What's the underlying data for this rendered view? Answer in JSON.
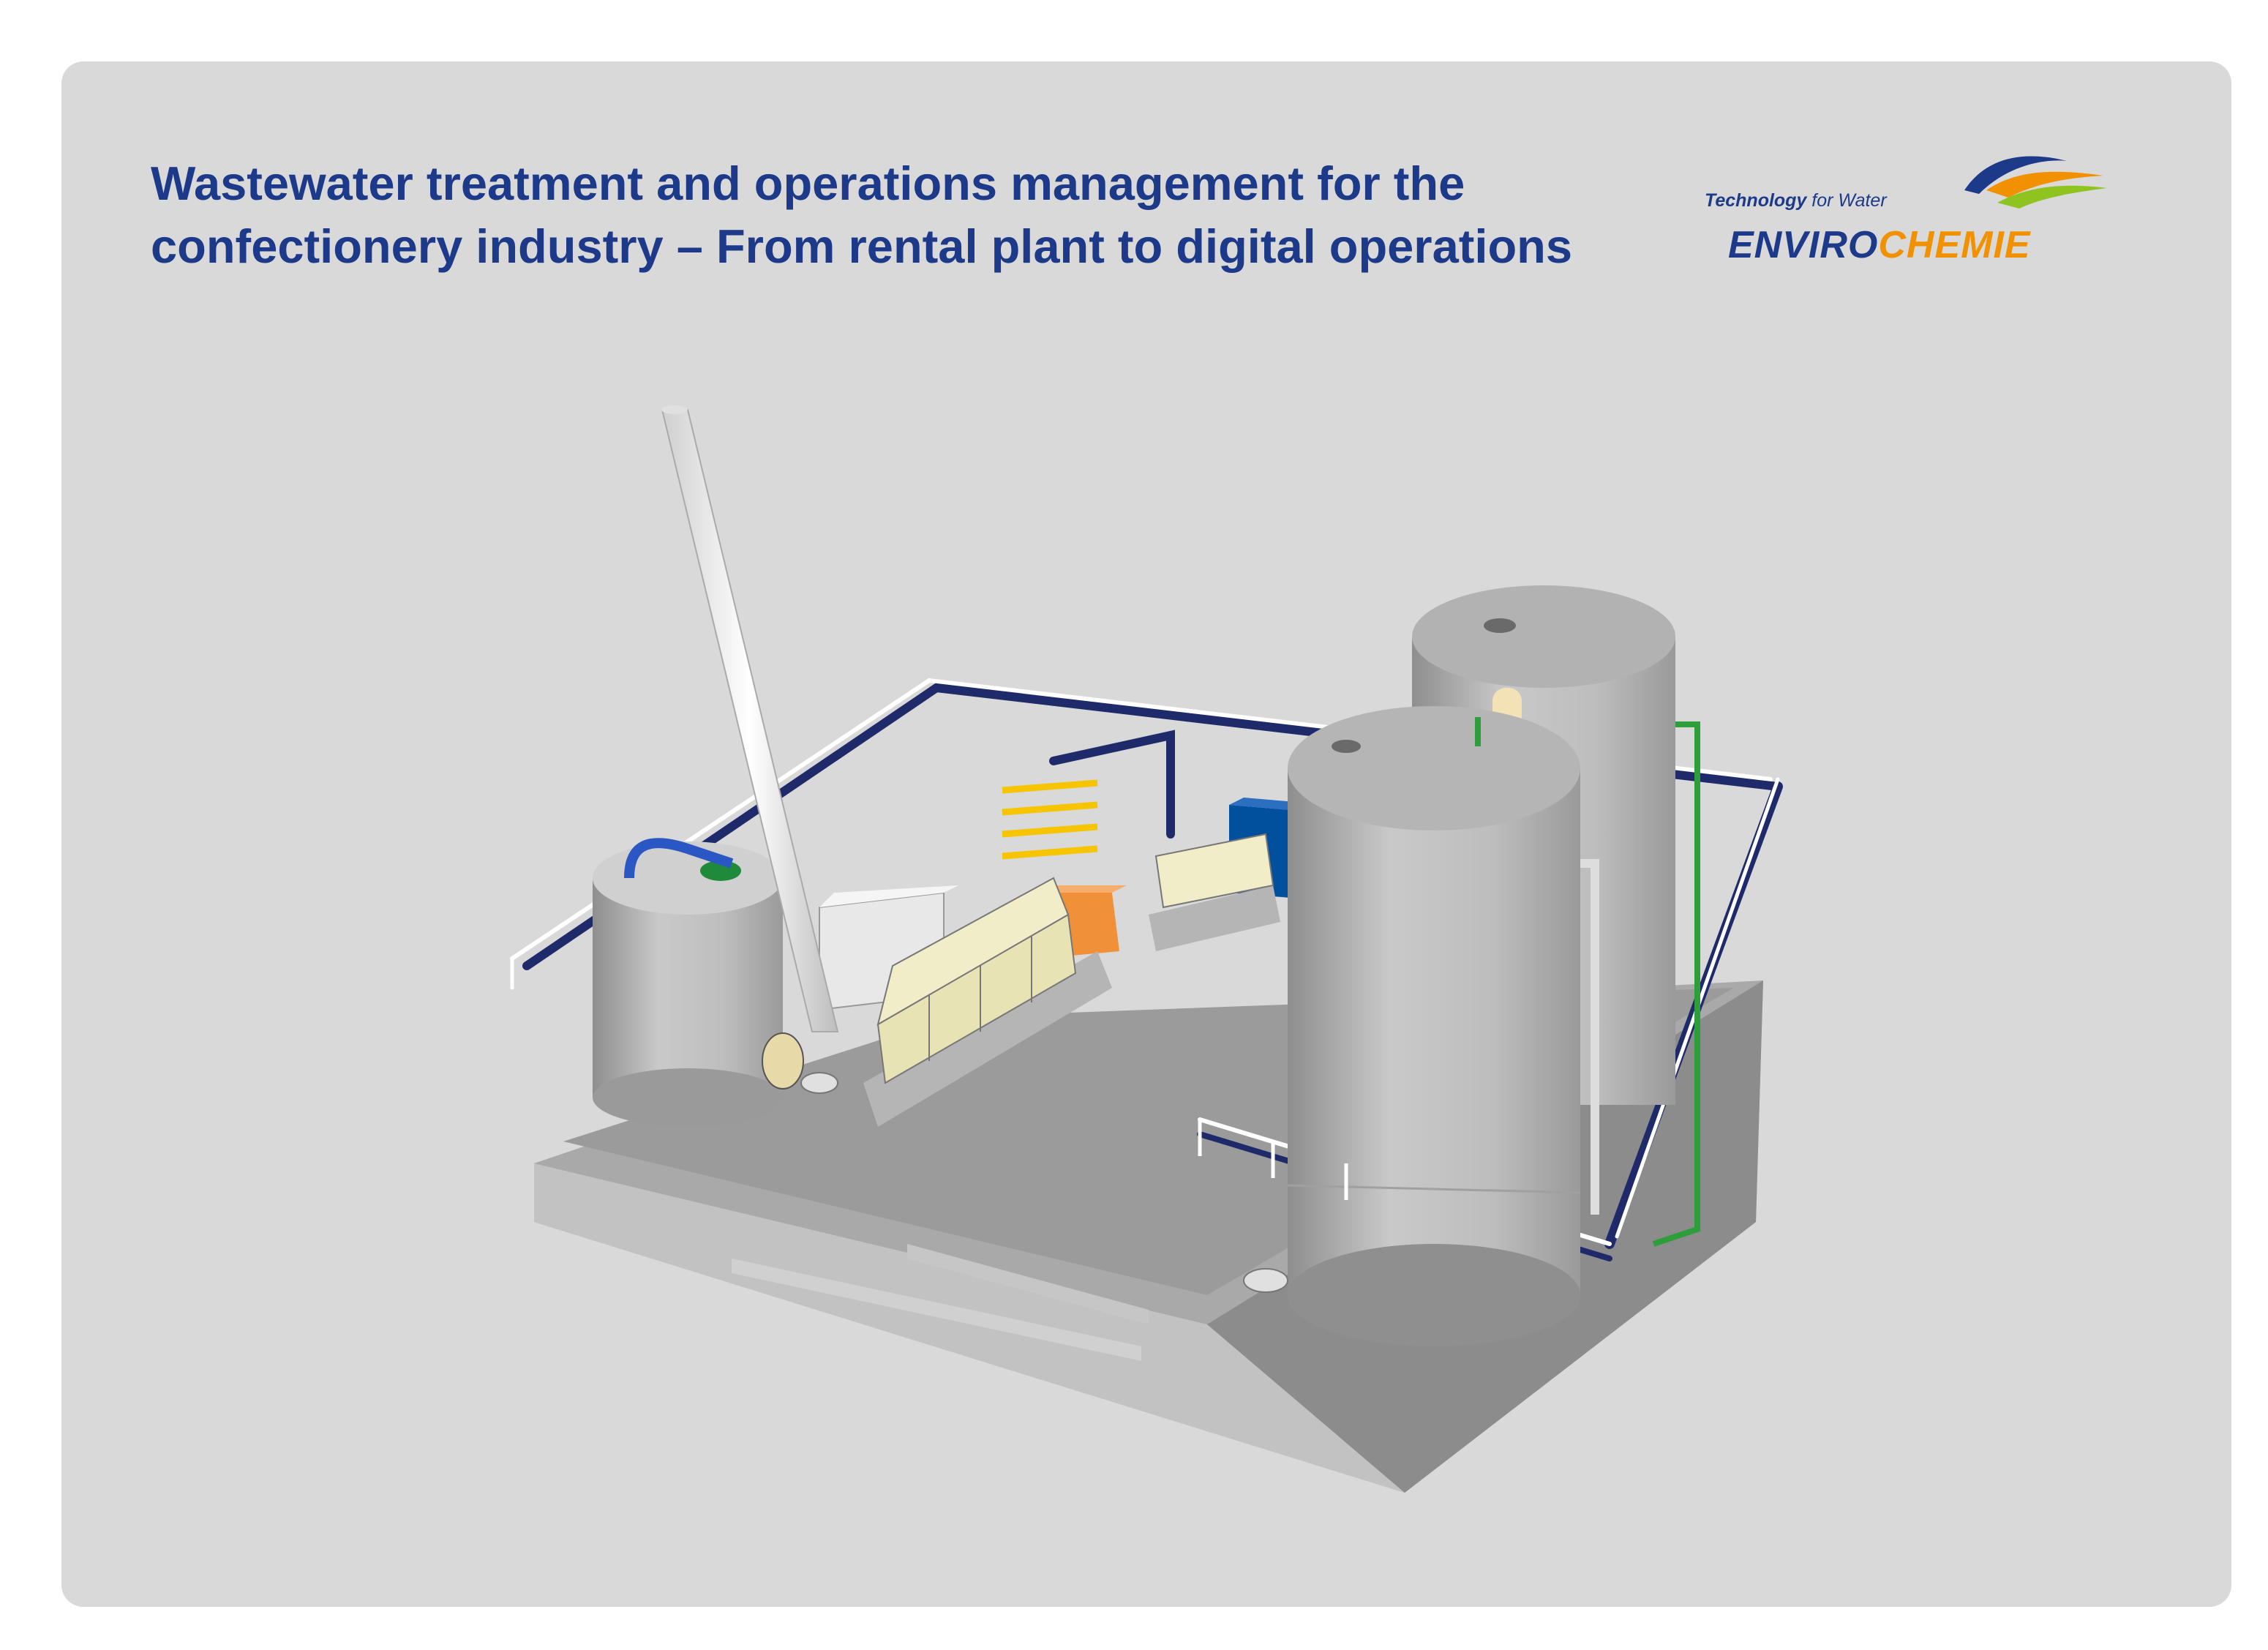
{
  "title": "Wastewater treatment and operations management for the confectionery industry – From rental plant to digital operations",
  "logo": {
    "tagline_strong": "Technology",
    "tagline_rest": " for Water",
    "wordmark_a": "ENVIRO",
    "wordmark_b": "CHEMIE",
    "colors": {
      "blue": "#1d3a8a",
      "orange": "#f29100",
      "green": "#8fc31f"
    }
  },
  "colors": {
    "panel_background": "#d9d9d9",
    "title": "#1d3a8a",
    "railing_blue": "#1f2a6b",
    "control_cabinet": "#00509e",
    "switch_box": "#f0913a",
    "pipe_yellow": "#f6c500",
    "pipe_green": "#2e9e3a",
    "tank_grey": "#b8b8b8"
  }
}
